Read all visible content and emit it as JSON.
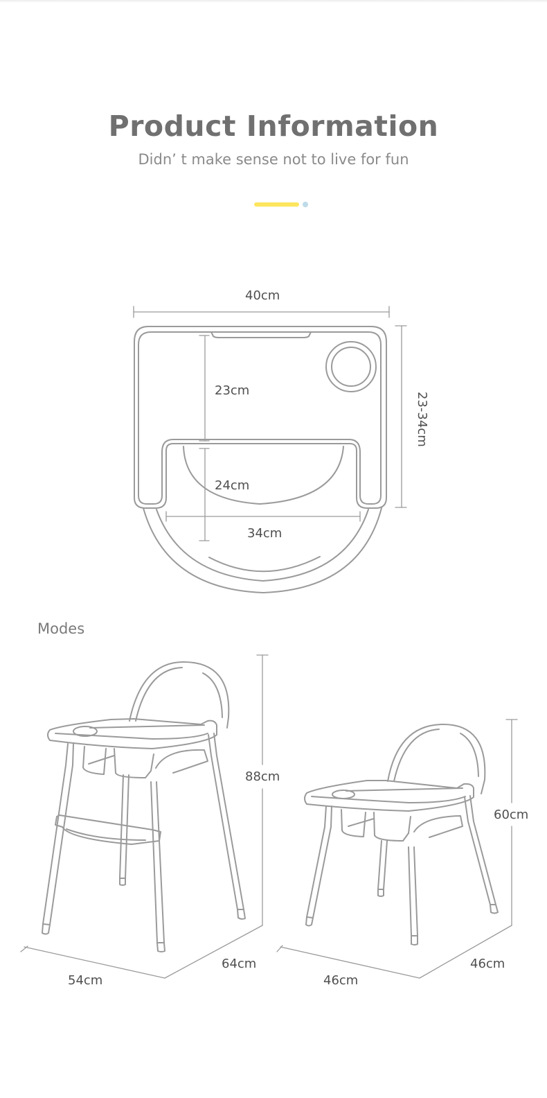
{
  "header": {
    "title": "Product Information",
    "subtitle": "Didn’ t make sense not to live for fun"
  },
  "colors": {
    "accent_bar": "#fde55e",
    "accent_dot": "#bedbe8",
    "line": "#9a9a9a",
    "text": "#707070"
  },
  "tray_diagram": {
    "width_label": "40cm",
    "depth_label": "23cm",
    "seat_depth_label": "24cm",
    "seat_width_label": "34cm",
    "adjust_range_label": "23-34cm"
  },
  "modes": {
    "section_label": "Modes",
    "high_chair": {
      "height_label": "88cm",
      "width_label": "54cm",
      "depth_label": "64cm"
    },
    "low_chair": {
      "height_label": "60cm",
      "width_label": "46cm",
      "depth_label": "46cm"
    }
  }
}
